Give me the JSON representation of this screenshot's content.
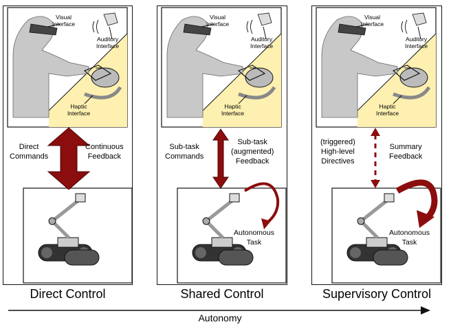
{
  "columns": [
    {
      "title": "Direct Control",
      "left_label": [
        "Direct",
        "Commands"
      ],
      "right_label": [
        "Continuous",
        "Feedback"
      ],
      "interfaces": {
        "visual": [
          "Visual",
          "Interface"
        ],
        "auditory": [
          "Auditory",
          "Interface"
        ],
        "haptic": [
          "Haptic",
          "Interface"
        ]
      }
    },
    {
      "title": "Shared Control",
      "left_label": [
        "Sub-task",
        "Commands"
      ],
      "right_label": [
        "Sub-task",
        "(augmented)",
        "Feedback"
      ],
      "task_label": [
        "Autonomous",
        "Task"
      ],
      "interfaces": {
        "visual": [
          "Visual",
          "Interface"
        ],
        "auditory": [
          "Auditory",
          "Interface"
        ],
        "haptic": [
          "Haptic",
          "Interface"
        ]
      }
    },
    {
      "title": "Supervisory Control",
      "left_label": [
        "(triggered)",
        "High-level",
        "Directives"
      ],
      "right_label": [
        "Summary",
        "Feedback"
      ],
      "task_label": [
        "Autonomous",
        "Task"
      ],
      "interfaces": {
        "visual": [
          "Visual",
          "Interface"
        ],
        "auditory": [
          "Auditory",
          "Interface"
        ],
        "haptic": [
          "Haptic",
          "Interface"
        ]
      }
    }
  ],
  "axis": {
    "label": "Autonomy"
  },
  "colors": {
    "arrow": "#8b0d0d",
    "desk": "#fdf0b0",
    "figure": "#c8c8c8",
    "outline": "#111111"
  }
}
